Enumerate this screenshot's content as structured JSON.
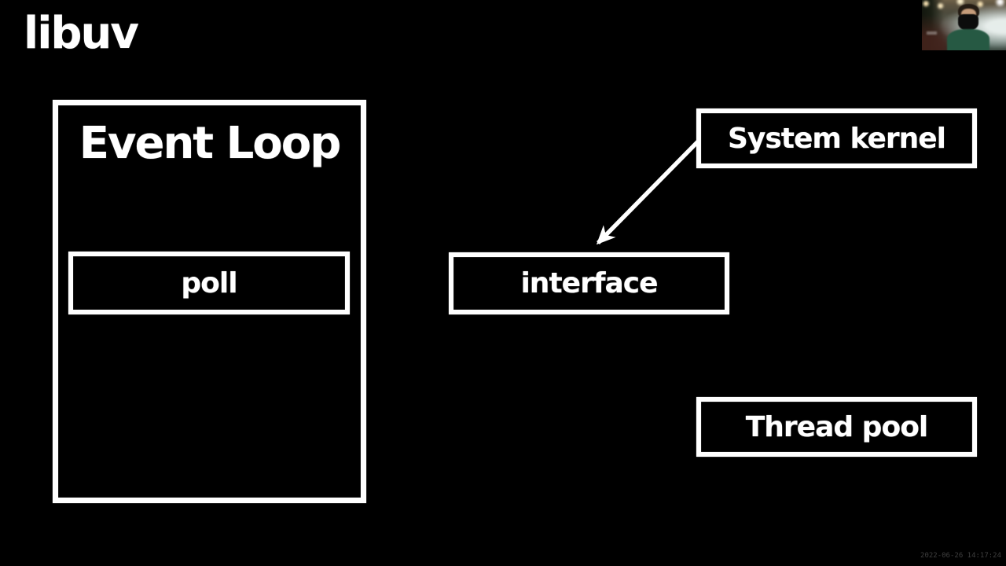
{
  "slide": {
    "title": "libuv",
    "boxes": {
      "event_loop": "Event Loop",
      "poll": "poll",
      "system_kernel": "System kernel",
      "interface": "interface",
      "thread_pool": "Thread pool"
    },
    "edges": [
      {
        "from": "system_kernel",
        "to": "interface",
        "type": "arrow"
      }
    ],
    "colors": {
      "background": "#000000",
      "stroke": "#ffffff",
      "text": "#ffffff",
      "timestamp_text": "#3f3f3f"
    }
  },
  "overlay": {
    "timestamp": "2022-06-26 14:17:24"
  }
}
